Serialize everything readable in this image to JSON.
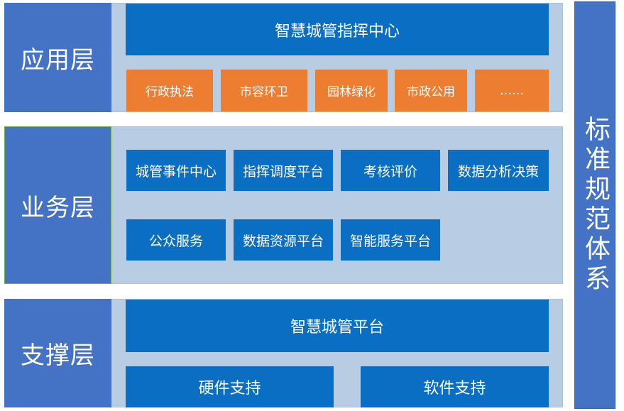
{
  "layers": {
    "application": {
      "label": "应用层",
      "top_block": "智慧城管指挥中心",
      "items": [
        "行政执法",
        "市容环卫",
        "园林绿化",
        "市政公用",
        "……"
      ]
    },
    "business": {
      "label": "业务层",
      "row1": [
        "城管事件中心",
        "指挥调度平台",
        "考核评价",
        "数据分析决策"
      ],
      "row2": [
        "公众服务",
        "数据资源平台",
        "智能服务平台"
      ]
    },
    "support": {
      "label": "支撑层",
      "top_block": "智慧城管平台",
      "items": [
        "硬件支持",
        "软件支持"
      ]
    }
  },
  "side_panel": {
    "label": "标准规范体系"
  },
  "colors": {
    "band_bg": "#b8cce4",
    "label_bg": "#4472c4",
    "block_blue": "#0a6fc2",
    "block_orange": "#ed7d31"
  }
}
